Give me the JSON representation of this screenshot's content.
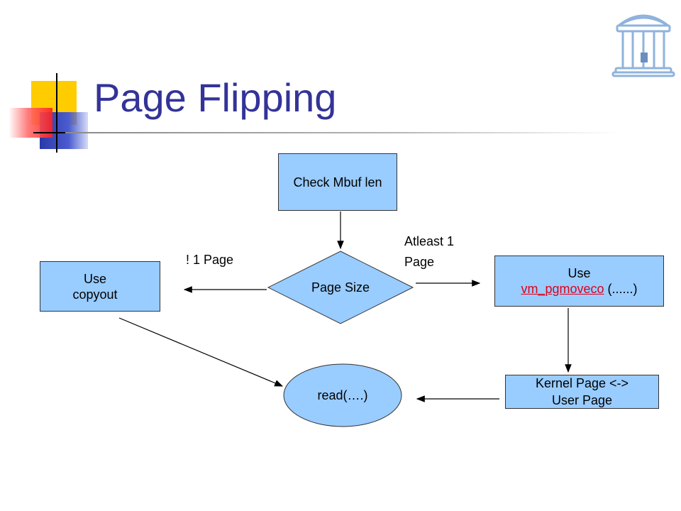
{
  "slide": {
    "title": "Page Flipping"
  },
  "diagram": {
    "check": "Check Mbuf len",
    "decision": "Page Size",
    "no_branch_label": "! 1 Page",
    "yes_branch_label_1": "Atleast 1",
    "yes_branch_label_2": "Page",
    "copyout_line1": "Use",
    "copyout_line2": "copyout",
    "pgmove_line1": "Use",
    "pgmove_link": "vm_pgmoveco",
    "pgmove_args": " (......)",
    "kernel_line1": "Kernel Page <->",
    "kernel_line2": "User Page",
    "read": "read(….)"
  },
  "colors": {
    "box_fill": "#99ccff",
    "title": "#333399",
    "link": "#e0001b",
    "logo": "#8fb3dd"
  },
  "icons": {
    "logo": "old-well-logo-icon"
  }
}
